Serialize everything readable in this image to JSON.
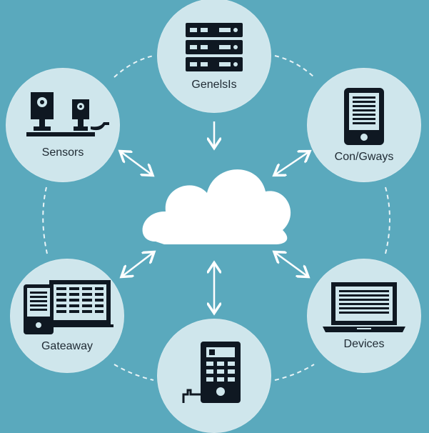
{
  "nodes": {
    "servers": {
      "label": "GenelsIs",
      "icon": "server-rack-icon"
    },
    "sensors": {
      "label": "Sensors",
      "icon": "sensor-devices-icon"
    },
    "gateways": {
      "label": "Con/Gways",
      "icon": "smartphone-icon"
    },
    "gateway": {
      "label": "Gateaway",
      "icon": "desktop-tablet-icon"
    },
    "devices": {
      "label": "Devices",
      "icon": "laptop-icon"
    },
    "terminal": {
      "label": "",
      "icon": "payment-terminal-icon"
    }
  },
  "center": {
    "icon": "cloud-icon"
  },
  "colors": {
    "background": "#5aa9bd",
    "node_fill": "#cfe6ec",
    "icon_dark": "#0f1822",
    "arrow": "#ffffff"
  }
}
